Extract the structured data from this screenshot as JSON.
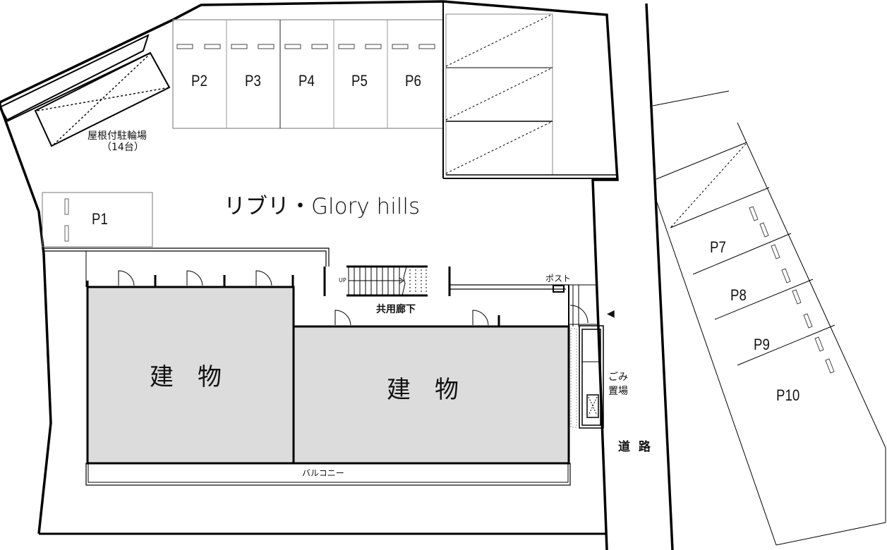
{
  "title": "リブリ・Glory hills",
  "bicycle_parking": {
    "label": "屋根付駐輪場",
    "capacity": "（14台）"
  },
  "parking_spaces": [
    {
      "id": "P1",
      "label": "P1"
    },
    {
      "id": "P2",
      "label": "P2"
    },
    {
      "id": "P3",
      "label": "P3"
    },
    {
      "id": "P4",
      "label": "P4"
    },
    {
      "id": "P5",
      "label": "P5"
    },
    {
      "id": "P6",
      "label": "P6"
    },
    {
      "id": "P7",
      "label": "P7"
    },
    {
      "id": "P8",
      "label": "P8"
    },
    {
      "id": "P9",
      "label": "P9"
    },
    {
      "id": "P10",
      "label": "P10"
    }
  ],
  "buildings": [
    {
      "label": "建物"
    },
    {
      "label": "建物"
    }
  ],
  "stairs": {
    "label": "UP"
  },
  "corridor": {
    "label": "共用廊下"
  },
  "mailbox": {
    "label": "ポスト"
  },
  "garbage": {
    "line1": "ごみ",
    "line2": "置場"
  },
  "balcony": {
    "label": "バルコニー"
  },
  "road": {
    "label": "道 路"
  },
  "entrance_marker": "◀",
  "colors": {
    "building_fill": "#dcdcdc",
    "line": "#000000",
    "background": "#ffffff"
  }
}
